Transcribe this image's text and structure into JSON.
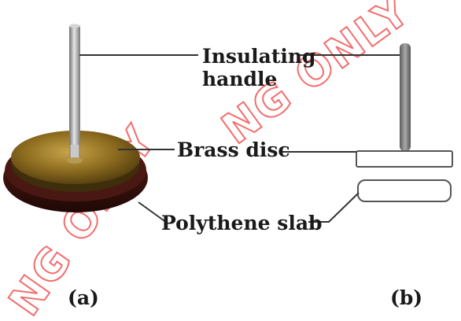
{
  "labels": {
    "insulating_line1": "Insulating",
    "insulating_line2": "handle",
    "brass_disc": "Brass disc",
    "polythene_slab": "Polythene slab",
    "panel_a": "(a)",
    "panel_b": "(b)"
  },
  "watermark": {
    "top": "NG ONLY",
    "bottom": "NG ONLY"
  },
  "colors": {
    "brass": "#8a6a1c",
    "slab": "#3a1410",
    "watermark": "#ef3d3d",
    "handle": "#8c8c8c"
  }
}
